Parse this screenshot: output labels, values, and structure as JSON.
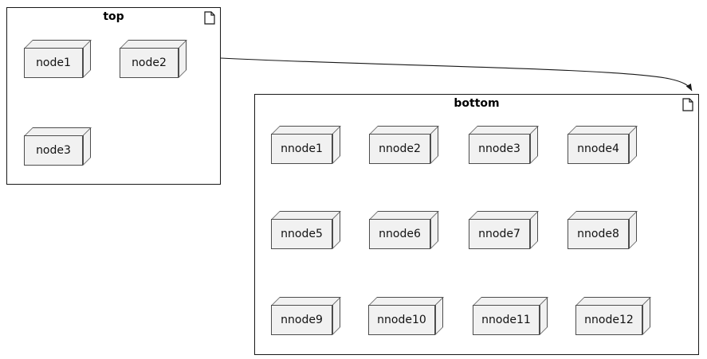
{
  "diagram_type": "uml-deployment-diagram",
  "colors": {
    "background": "#ffffff",
    "frame_border": "#181818",
    "node_fill": "#f1f1f1",
    "node_border": "#4d4d4d",
    "arrow": "#181818",
    "text": "#121212"
  },
  "packages": [
    {
      "id": "top",
      "title": "top",
      "corner_icon": "document-icon",
      "nodes": [
        {
          "label": "node1"
        },
        {
          "label": "node2"
        },
        {
          "label": "node3"
        }
      ]
    },
    {
      "id": "bottom",
      "title": "bottom",
      "corner_icon": "document-icon",
      "nodes": [
        {
          "label": "nnode1"
        },
        {
          "label": "nnode2"
        },
        {
          "label": "nnode3"
        },
        {
          "label": "nnode4"
        },
        {
          "label": "nnode5"
        },
        {
          "label": "nnode6"
        },
        {
          "label": "nnode7"
        },
        {
          "label": "nnode8"
        },
        {
          "label": "nnode9"
        },
        {
          "label": "nnode10"
        },
        {
          "label": "nnode11"
        },
        {
          "label": "nnode12"
        }
      ]
    }
  ],
  "connectors": [
    {
      "from": "top",
      "to": "bottom",
      "type": "curved-arrow"
    }
  ]
}
